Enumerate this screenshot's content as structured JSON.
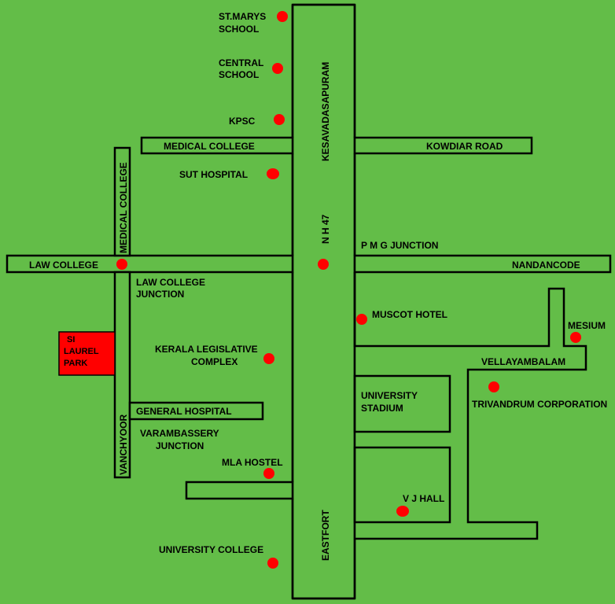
{
  "roads": {
    "nh47": "N H 47",
    "kesavadasapuram": "KESAVADASAPURAM",
    "eastfort": "EASTFORT",
    "medical_college_h": "MEDICAL COLLEGE",
    "medical_college_v": "MEDICAL COLLEGE",
    "kowdiar_road": "KOWDIAR ROAD",
    "law_college": "LAW COLLEGE",
    "nandancode": "NANDANCODE",
    "pmg_junction": "P M G JUNCTION",
    "vanchyoor": "VANCHYOOR",
    "general_hospital": "GENERAL HOSPITAL",
    "vellayambalam": "VELLAYAMBALAM"
  },
  "places": {
    "st_marys_1": "ST.MARYS",
    "st_marys_2": "SCHOOL",
    "central_school_1": "CENTRAL",
    "central_school_2": "SCHOOL",
    "kpsc": "KPSC",
    "sut_hospital": "SUT HOSPITAL",
    "law_college_junction_1": "LAW COLLEGE",
    "law_college_junction_2": "JUNCTION",
    "muscot_hotel": "MUSCOT HOTEL",
    "mesium": "MESIUM",
    "kerala_legislative_1": "KERALA LEGISLATIVE",
    "kerala_legislative_2": "COMPLEX",
    "trivandrum_corporation": "TRIVANDRUM CORPORATION",
    "university_stadium_1": "UNIVERSITY",
    "university_stadium_2": "STADIUM",
    "varambassery_1": "VARAMBASSERY",
    "varambassery_2": "JUNCTION",
    "mla_hostel": "MLA HOSTEL",
    "vj_hall": "V J HALL",
    "university_college": "UNIVERSITY COLLEGE"
  },
  "site": {
    "line1": "SI",
    "line2": "LAUREL",
    "line3": "PARK",
    "color": "#ff0000"
  },
  "colors": {
    "background": "#63bd48",
    "marker": "#ff0000",
    "road_outline": "#000000"
  }
}
